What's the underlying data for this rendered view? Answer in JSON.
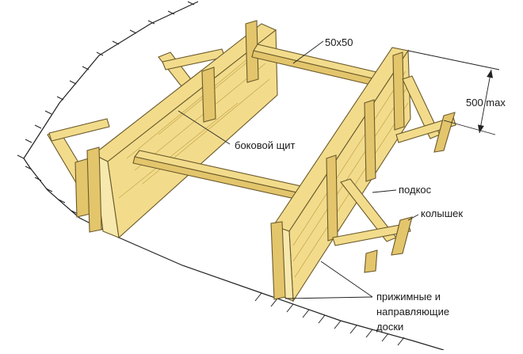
{
  "labels": {
    "section_50x50": "50x50",
    "height_500max": "500 max",
    "side_panel": "боковой щит",
    "brace": "подкос",
    "stake": "колышек",
    "clamp_line1": "прижимные и",
    "clamp_line2": "направляющие",
    "clamp_line3": "доски"
  },
  "colors": {
    "wood_face": "#f2dc8c",
    "wood_edge": "#e3c56c",
    "outline": "#6b5a2a"
  }
}
